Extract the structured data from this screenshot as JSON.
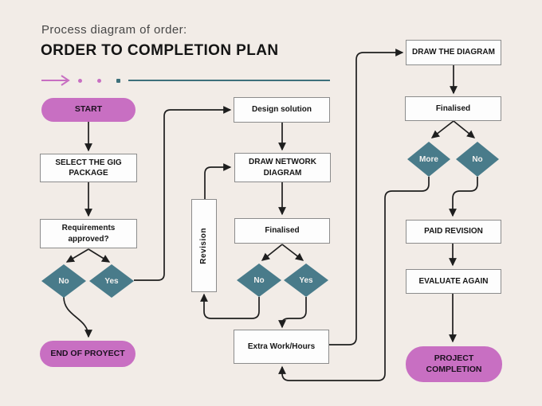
{
  "header": {
    "subtitle": "Process diagram of order:",
    "title": "ORDER TO COMPLETION PLAN"
  },
  "decoration": {
    "arrow_icon": "arrow-right",
    "dots": [
      "pink",
      "pink",
      "teal"
    ]
  },
  "colors": {
    "background": "#f2ece7",
    "pink": "#c86fc2",
    "teal": "#497b8a",
    "teal_line": "#3d707b",
    "ink": "#1e1e1e",
    "box_border": "#8c8c8c",
    "subtitle_text": "#474747"
  },
  "nodes": {
    "start": {
      "label": "START",
      "type": "pill"
    },
    "select_gig": {
      "label": "SELECT THE GIG PACKAGE",
      "type": "box"
    },
    "requirements": {
      "label": "Requirements approved?",
      "type": "box"
    },
    "req_no": {
      "label": "No",
      "type": "diamond"
    },
    "req_yes": {
      "label": "Yes",
      "type": "diamond"
    },
    "end_of_project": {
      "label": "END OF PROYECT",
      "type": "pill"
    },
    "design_solution": {
      "label": "Design solution",
      "type": "box"
    },
    "draw_network": {
      "label": "DRAW NETWORK DIAGRAM",
      "type": "box"
    },
    "revision": {
      "label": "Revision",
      "type": "box-vertical"
    },
    "finalised_mid": {
      "label": "Finalised",
      "type": "box"
    },
    "mid_no": {
      "label": "No",
      "type": "diamond"
    },
    "mid_yes": {
      "label": "Yes",
      "type": "diamond"
    },
    "extra_work": {
      "label": "Extra Work/Hours",
      "type": "box"
    },
    "draw_diagram": {
      "label": "DRAW THE DIAGRAM",
      "type": "box"
    },
    "finalised_right": {
      "label": "Finalised",
      "type": "box"
    },
    "more": {
      "label": "More",
      "type": "diamond"
    },
    "right_no": {
      "label": "No",
      "type": "diamond"
    },
    "paid_revision": {
      "label": "PAID REVISION",
      "type": "box"
    },
    "evaluate_again": {
      "label": "EVALUATE AGAIN",
      "type": "box"
    },
    "project_completion": {
      "label": "PROJECT COMPLETION",
      "type": "pill"
    }
  }
}
